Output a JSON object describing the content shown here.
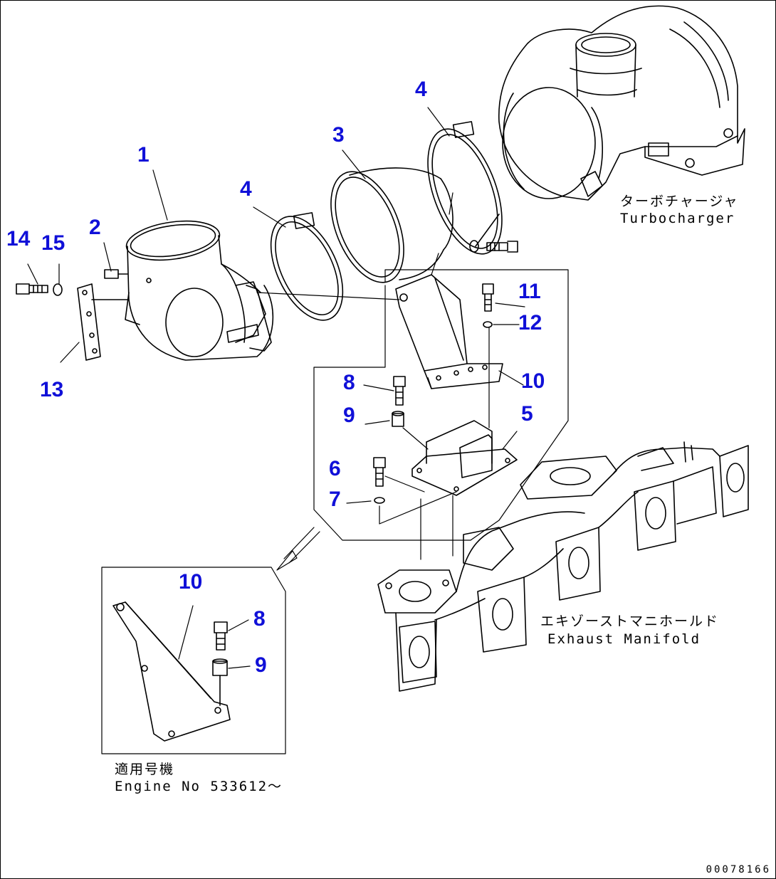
{
  "callouts": {
    "c1": "1",
    "c2": "2",
    "c3": "3",
    "c4a": "4",
    "c4b": "4",
    "c5": "5",
    "c6": "6",
    "c7": "7",
    "c8a": "8",
    "c8b": "8",
    "c9a": "9",
    "c9b": "9",
    "c10a": "10",
    "c10b": "10",
    "c11": "11",
    "c12": "12",
    "c13": "13",
    "c14": "14",
    "c15": "15"
  },
  "labels": {
    "turbocharger_jp": "ターボチャージャ",
    "turbocharger_en": "Turbocharger",
    "manifold_jp": "エキゾーストマニホールド",
    "manifold_en": "Exhaust Manifold",
    "applicable_jp": "適用号機",
    "applicable_en": "Engine No 533612〜"
  },
  "drawing_code": "00078166",
  "colors": {
    "callout": "#1010d8",
    "line": "#000000"
  }
}
